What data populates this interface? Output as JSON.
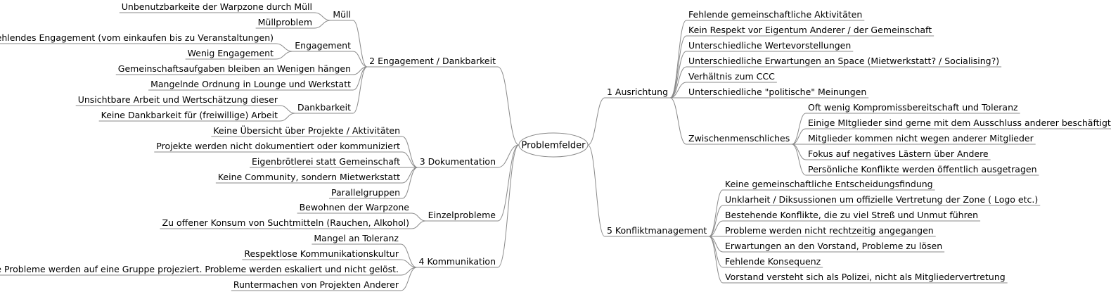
{
  "root": "Problemfelder",
  "left": [
    {
      "label": "2 Engagement / Dankbarkeit",
      "children": [
        {
          "label": "Müll",
          "children": [
            {
              "label": "Unbenutzbarkeite der Warpzone durch Müll"
            },
            {
              "label": "Müllproblem"
            }
          ]
        },
        {
          "label": "Engagement",
          "children": [
            {
              "label": "Fehlendes Engagement (vom einkaufen bis zu Veranstaltungen)"
            },
            {
              "label": "Wenig Engagement"
            }
          ]
        },
        {
          "label": "Gemeinschaftsaufgaben bleiben an Wenigen hängen"
        },
        {
          "label": "Mangelnde Ordnung in Lounge und Werkstatt"
        },
        {
          "label": "Dankbarkeit",
          "children": [
            {
              "label": "Unsichtbare Arbeit und Wertschätzung dieser"
            },
            {
              "label": "Keine Dankbarkeit für (freiwillige) Arbeit"
            }
          ]
        }
      ]
    },
    {
      "label": "3 Dokumentation",
      "children": [
        {
          "label": "Keine Übersicht über Projekte / Aktivitäten"
        },
        {
          "label": "Projekte werden nicht dokumentiert oder kommuniziert"
        },
        {
          "label": "Eigenbrötlerei statt Gemeinschaft"
        },
        {
          "label": "Keine Community, sondern Mietwerkstatt"
        },
        {
          "label": "Parallelgruppen"
        }
      ]
    },
    {
      "label": "Einzelprobleme",
      "children": [
        {
          "label": "Bewohnen der Warpzone"
        },
        {
          "label": "Zu offener Konsum von Suchtmitteln (Rauchen, Alkohol)"
        }
      ]
    },
    {
      "label": "4 Kommunikation",
      "children": [
        {
          "label": "Mangel an Toleranz"
        },
        {
          "label": "Respektlose Kommunikationskultur"
        },
        {
          "label": "Alle Probleme werden auf eine Gruppe projeziert. Probleme werden eskaliert und nicht gelöst."
        },
        {
          "label": "Runtermachen von Projekten Anderer"
        }
      ]
    }
  ],
  "right": [
    {
      "label": "1 Ausrichtung",
      "children": [
        {
          "label": "Fehlende gemeinschaftliche Aktivitäten"
        },
        {
          "label": "Kein Respekt vor Eigentum Anderer / der Gemeinschaft"
        },
        {
          "label": "Unterschiedliche Wertevorstellungen"
        },
        {
          "label": "Unterschiedliche Erwartungen an Space (Mietwerkstatt? / Socialising?)"
        },
        {
          "label": "Verhältnis zum CCC"
        },
        {
          "label": "Unterschiedliche \"politische\" Meinungen"
        },
        {
          "label": "Zwischenmenschliches",
          "children": [
            {
              "label": "Oft wenig Kompromissbereitschaft und Toleranz"
            },
            {
              "label": "Einige MItglieder sind gerne mit dem Ausschluss anderer beschäftigt"
            },
            {
              "label": "Mitglieder kommen nicht wegen anderer Mitglieder"
            },
            {
              "label": "Fokus auf negatives Lästern über Andere"
            },
            {
              "label": "Persönliche Konflikte werden öffentlich ausgetragen"
            }
          ]
        }
      ]
    },
    {
      "label": "5 Konfliktmanagement",
      "children": [
        {
          "label": "Keine gemeinschaftliche Entscheidungsfindung"
        },
        {
          "label": "Unklarheit / Diksussionen um offizielle Vertretung der Zone ( Logo etc.)"
        },
        {
          "label": "Bestehende Konflikte, die zu viel Streß und Unmut führen"
        },
        {
          "label": "Probleme werden nicht rechtzeitig angegangen"
        },
        {
          "label": "Erwartungen an den Vorstand, Probleme zu lösen"
        },
        {
          "label": "Fehlende Konsequenz"
        },
        {
          "label": "Vorstand versteht sich als Polizei, nicht als Mitgliedervertretung"
        }
      ]
    }
  ]
}
